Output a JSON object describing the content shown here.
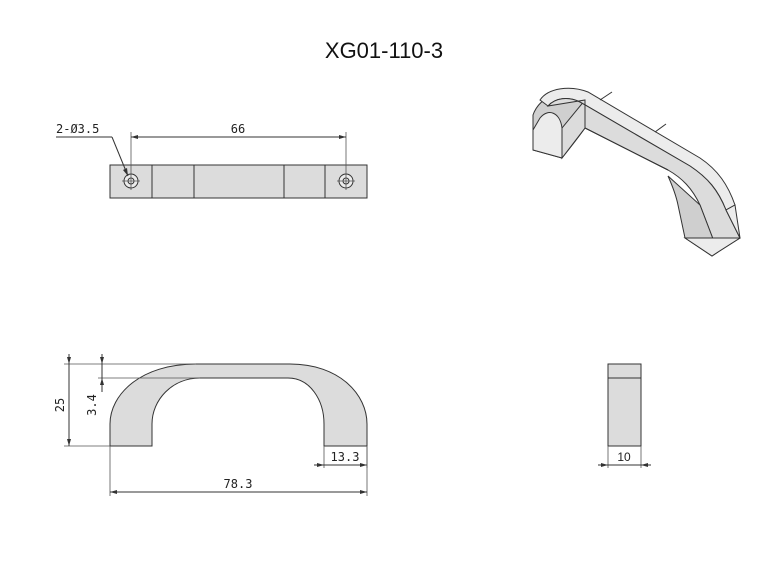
{
  "title": "XG01-110-3",
  "dimensions": {
    "holes": "2-Ø3.5",
    "hole_spacing": "66",
    "height": "25",
    "thickness": "3.4",
    "foot_width": "13.3",
    "overall_length": "78.3",
    "width": "10"
  }
}
